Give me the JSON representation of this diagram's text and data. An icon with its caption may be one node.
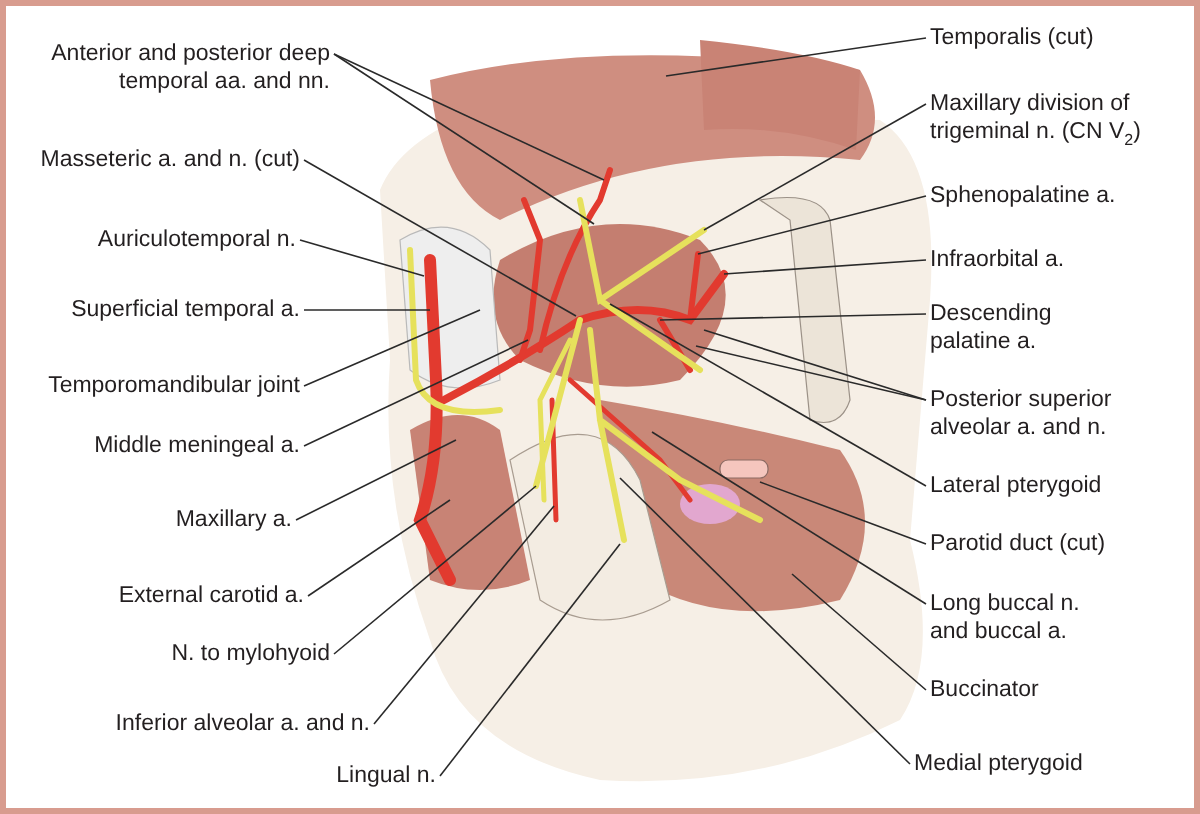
{
  "diagram": {
    "nodes": [
      {
        "text": [
          "Anterior and posterior deep temporal aa. and nn."
        ]
      },
      {
        "text": [
          "Masseteric a. and n. (cut)"
        ]
      },
      {
        "text": [
          "Auriculotemporal n."
        ]
      },
      {
        "text": [
          "Superficial temporal a."
        ]
      },
      {
        "text": [
          "Temporomandibular joint"
        ]
      },
      {
        "text": [
          "Middle meningeal a."
        ]
      },
      {
        "text": [
          "Maxillary a."
        ]
      },
      {
        "text": [
          "External carotid a."
        ]
      },
      {
        "text": [
          "N. to mylohyoid"
        ]
      },
      {
        "text": [
          "Inferior alveolar a. and n."
        ]
      },
      {
        "text": [
          "Lingual n."
        ]
      },
      {
        "text": [
          "Temporalis (cut)"
        ]
      },
      {
        "text": [
          "Maxillary division of trigeminal n. (CN V$_{2}$)"
        ]
      },
      {
        "text": [
          "Sphenopalatine a."
        ]
      },
      {
        "text": [
          "Infraorbital a."
        ]
      },
      {
        "text": [
          "Descending palatine a."
        ]
      },
      {
        "text": [
          "Posterior superior alveolar a. and n."
        ]
      },
      {
        "text": [
          "Lateral pterygoid"
        ]
      },
      {
        "text": [
          "Parotid duct (cut)"
        ]
      },
      {
        "text": [
          "Long buccal n. and buccal a."
        ]
      },
      {
        "text": [
          "Buccinator"
        ]
      },
      {
        "text": [
          "Medial pterygoid"
        ]
      }
    ],
    "edges": [
      {
        "from": 0,
        "to": null,
        "arrow": "none"
      },
      {
        "from": 0,
        "to": null,
        "arrow": "none"
      },
      {
        "from": 1,
        "to": null,
        "arrow": "none"
      },
      {
        "from": 2,
        "to": null,
        "arrow": "none"
      },
      {
        "from": 3,
        "to": null,
        "arrow": "none"
      },
      {
        "from": 4,
        "to": null,
        "arrow": "none"
      },
      {
        "from": 5,
        "to": null,
        "arrow": "none"
      },
      {
        "from": 6,
        "to": null,
        "arrow": "none"
      },
      {
        "from": 7,
        "to": null,
        "arrow": "none"
      },
      {
        "from": 8,
        "to": null,
        "arrow": "none"
      },
      {
        "from": 9,
        "to": null,
        "arrow": "none"
      },
      {
        "from": 10,
        "to": null,
        "arrow": "none"
      },
      {
        "from": 11,
        "to": null,
        "arrow": "none"
      },
      {
        "from": 12,
        "to": null,
        "arrow": "none"
      },
      {
        "from": 13,
        "to": null,
        "arrow": "none"
      },
      {
        "from": 14,
        "to": null,
        "arrow": "none"
      },
      {
        "from": 15,
        "to": null,
        "arrow": "none"
      },
      {
        "from": 16,
        "to": null,
        "arrow": "none"
      },
      {
        "from": 16,
        "to": null,
        "arrow": "none"
      },
      {
        "from": 17,
        "to": null,
        "arrow": "none"
      },
      {
        "from": 18,
        "to": null,
        "arrow": "none"
      },
      {
        "from": 19,
        "to": null,
        "arrow": "none"
      },
      {
        "from": 20,
        "to": null,
        "arrow": "none"
      },
      {
        "from": 21,
        "to": null,
        "arrow": "none"
      }
    ]
  }
}
